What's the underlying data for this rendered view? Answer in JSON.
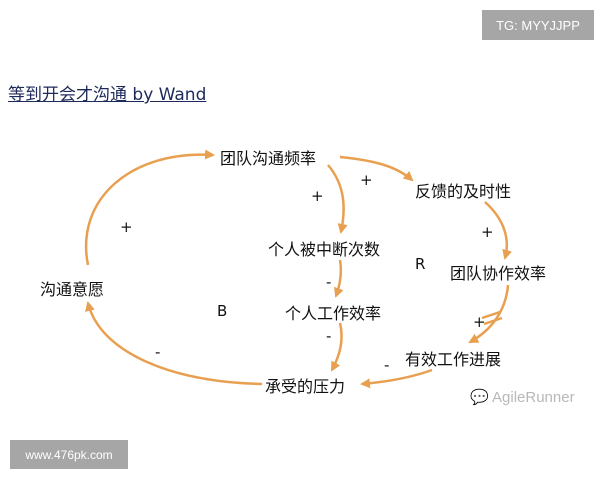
{
  "title": "等到开会才沟通 by Wand",
  "watermarks": {
    "tg": "TG: MYYJJPP",
    "site": "www.476pk.com",
    "brand": "AgileRunner"
  },
  "nodes": {
    "team_comm_freq": "团队沟通频率",
    "feedback_timeliness": "反馈的及时性",
    "interruptions": "个人被中断次数",
    "team_collab_eff": "团队协作效率",
    "comm_willingness": "沟通意愿",
    "personal_eff": "个人工作效率",
    "effective_progress": "有效工作进展",
    "pressure": "承受的压力"
  },
  "signs": {
    "freq_to_feedback": "+",
    "freq_to_interrupt": "+",
    "willing_to_freq": "+",
    "feedback_to_collab": "+",
    "interrupt_to_personal": "-",
    "collab_to_progress": "+",
    "personal_to_pressure": "-",
    "pressure_to_willing": "-",
    "progress_to_pressure": "-"
  },
  "loops": {
    "reinforcing": "R",
    "balancing": "B"
  },
  "colors": {
    "arrow": "#e8a050",
    "watermark_bg": "#a6a6a6"
  }
}
